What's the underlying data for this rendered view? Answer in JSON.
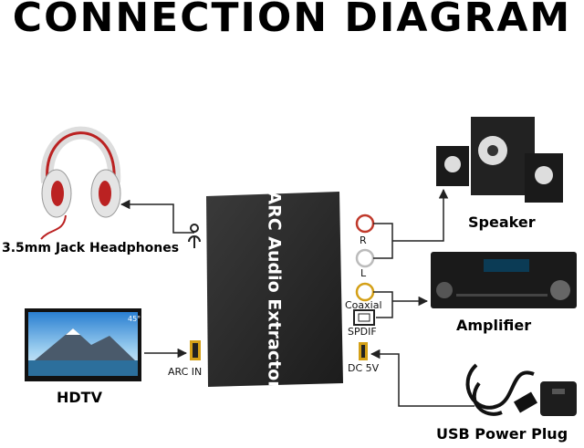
{
  "title": "CONNECTION DIAGRAM",
  "device": {
    "name": "ARC Audio Extractor"
  },
  "ports": {
    "right": "R",
    "left": "L",
    "coaxial": "Coaxial",
    "spdif": "SPDIF",
    "dc": "DC 5V",
    "arc_in": "ARC IN"
  },
  "devices": {
    "headphones": "3.5mm Jack Headphones",
    "hdtv": "HDTV",
    "speaker": "Speaker",
    "amplifier": "Amplifier",
    "usb_power": "USB Power Plug",
    "tv_screen_text": "45°"
  },
  "colors": {
    "device_body": "#2b2b2b",
    "port_r": "#c0392b",
    "port_l": "#bbbbbb",
    "port_coax": "#d4a017"
  }
}
